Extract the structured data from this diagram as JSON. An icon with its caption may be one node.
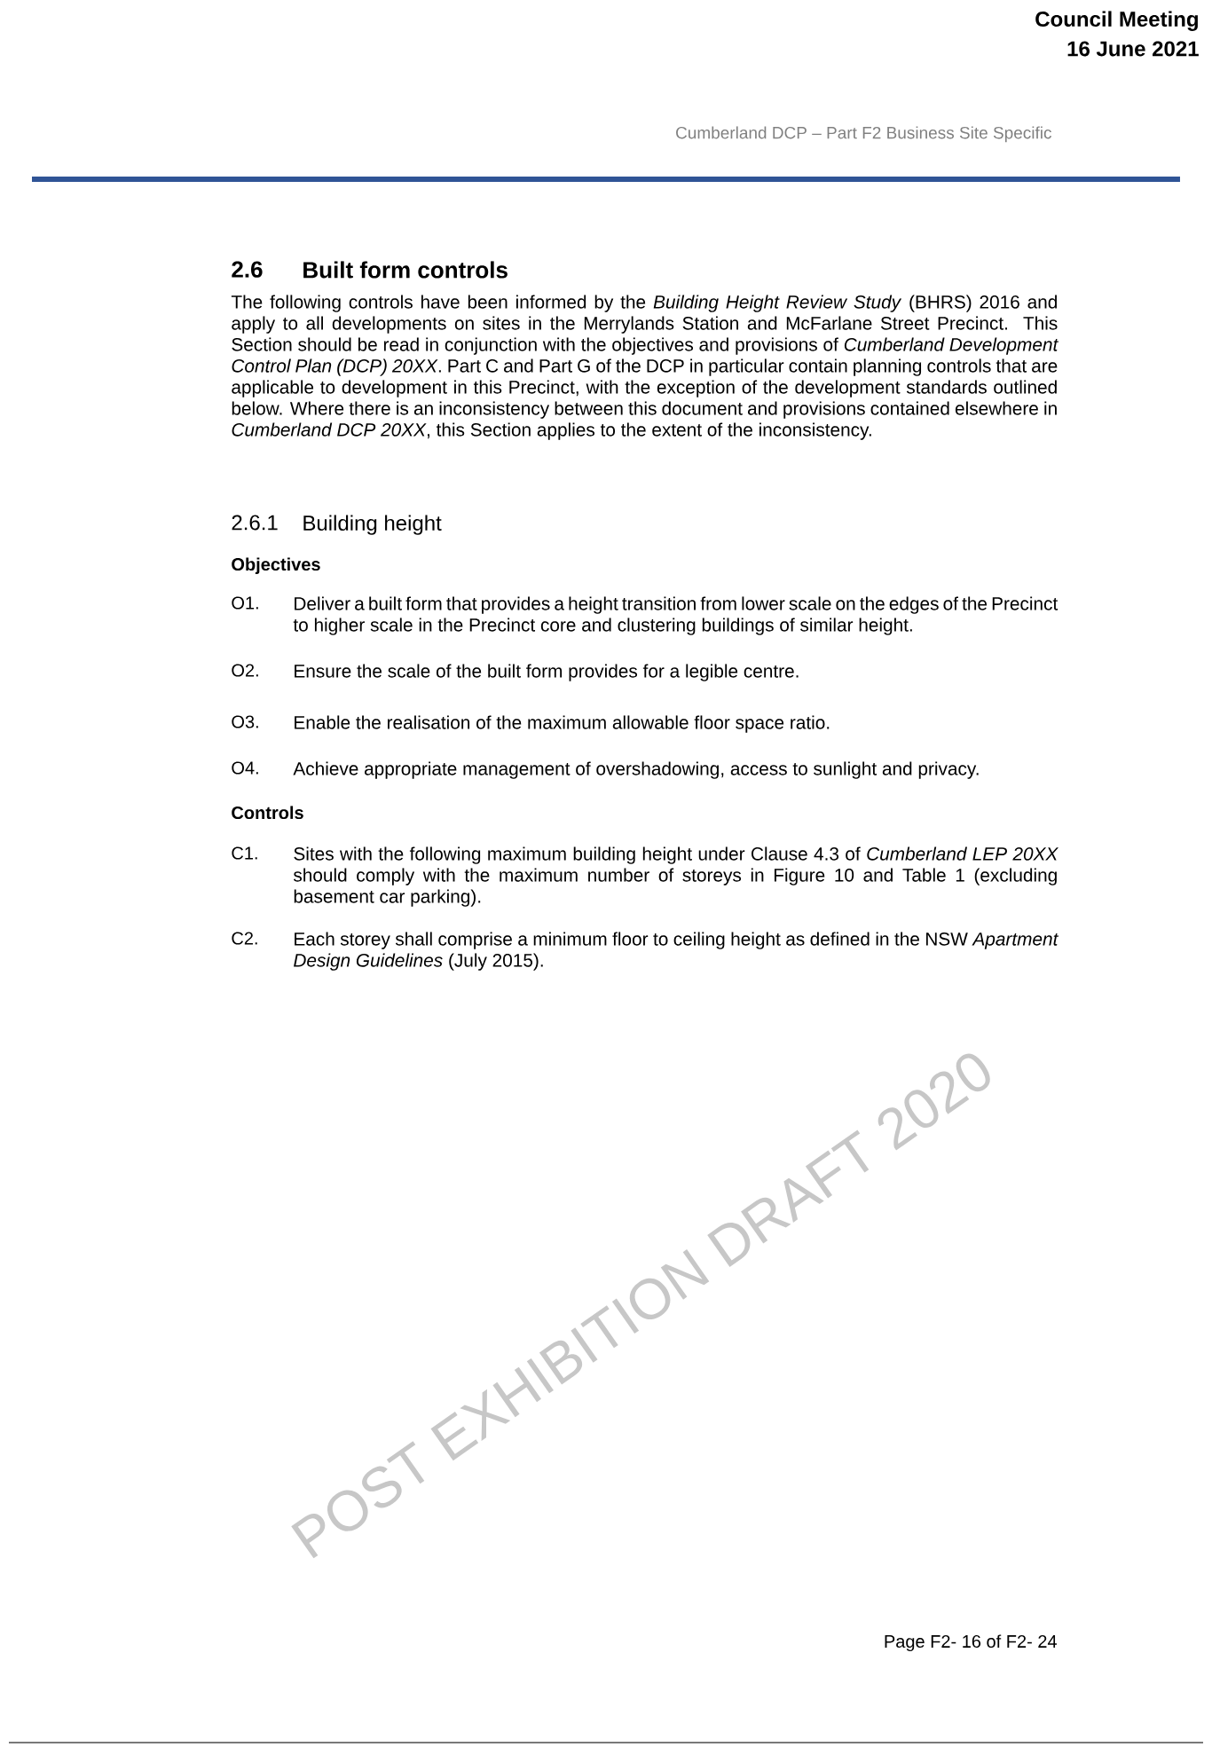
{
  "diagram": {
    "labels": [
      "Council Meeting",
      "16 June 2021",
      "Cumberland DCP – Part F2 Business Site Specific",
      "2.6",
      "Built form controls",
      "The following controls have been informed by the *Building Height Review Study* (BHRS) 2016 and apply to all developments on sites in the Merrylands Station and McFarlane Street Precinct. This Section should be read in conjunction with the objectives and provisions of *Cumberland Development Control Plan (DCP) 20XX*. Part C and Part G of the DCP in particular contain planning controls that are applicable to development in this Precinct, with the exception of the development standards outlined below. Where there is an inconsistency between this document and provisions contained elsewhere in *Cumberland DCP 20XX*, this Section applies to the extent of the inconsistency.",
      "2.6.1",
      "Building height",
      "Objectives",
      "O1.",
      "Deliver a built form that provides a height transition from lower scale on the edges of the Precinct to higher scale in the Precinct core and clustering buildings of similar height.",
      "O2.",
      "Ensure the scale of the built form provides for a legible centre.",
      "O3.",
      "Enable the realisation of the maximum allowable floor space ratio.",
      "O4.",
      "Achieve appropriate management of overshadowing, access to sunlight and privacy.",
      "Controls",
      "C1.",
      "Sites with the following maximum building height under Clause 4.3 of *Cumberland LEP 20XX* should comply with the maximum number of storeys in Figure 10 and Table 1 (excluding basement car parking).",
      "C2.",
      "Each storey shall comprise a minimum floor to ceiling height as defined in the NSW *Apartment Design Guidelines* (July 2015).",
      "POST EXHIBITION DRAFT 2020",
      "Page F2- 16 of F2- 24"
    ]
  }
}
